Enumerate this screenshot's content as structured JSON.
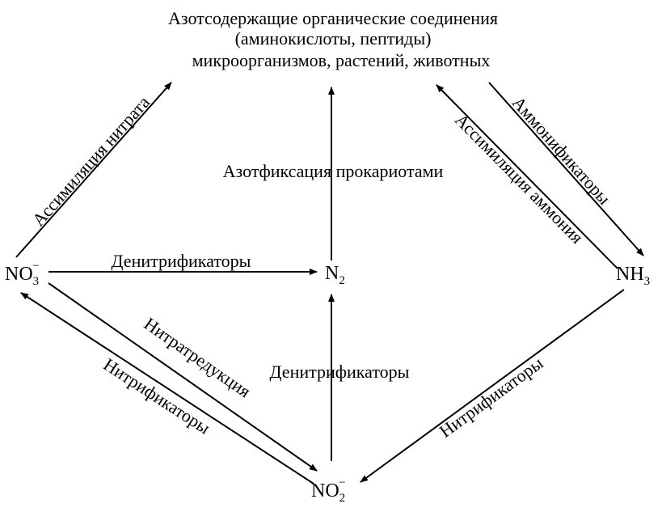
{
  "title": {
    "line1": "Азотсодержащие органические соединения",
    "line2": "(аминокислоты, пептиды)",
    "line3": "микроорганизмов, растений, животных"
  },
  "nodes": {
    "no3": {
      "base": "NO",
      "sub": "3",
      "sup": "−"
    },
    "n2": {
      "base": "N",
      "sub": "2"
    },
    "nh3": {
      "base": "NH",
      "sub": "3"
    },
    "no2": {
      "base": "NO",
      "sub": "2",
      "sup": "−"
    }
  },
  "edges": {
    "nitrate_assimilation": "Ассимиляция нитрата",
    "nitrogen_fixation": "Азотфиксация прокариотами",
    "ammonification": "Аммонификаторы",
    "ammonium_assimilation": "Ассимиляция аммония",
    "denitrifiers_no3_n2": "Денитрификаторы",
    "denitrifiers_no2_n2": "Денитрификаторы",
    "nitrate_reduction": "Нитратредукция",
    "nitrifiers_no2_no3": "Нитрификаторы",
    "nitrifiers_nh3_no2": "Нитрификаторы"
  },
  "colors": {
    "ink": "#000000",
    "background": "#ffffff"
  }
}
